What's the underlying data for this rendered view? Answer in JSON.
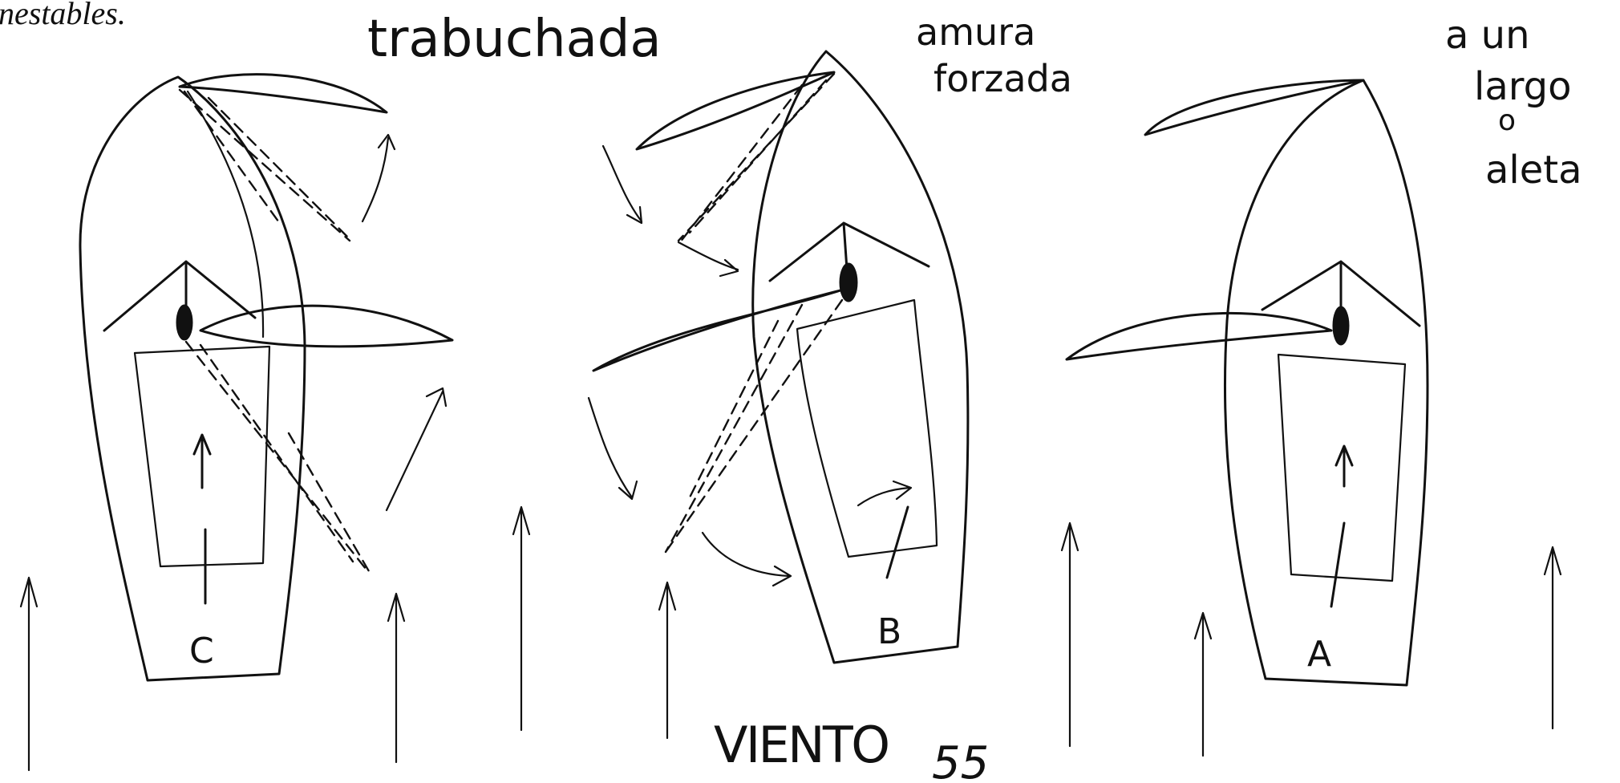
{
  "text": {
    "fragment": "nestables.",
    "label_c_maneuver": "trabuchada",
    "label_b_line1": "amura",
    "label_b_line2": "forzada",
    "label_a_line1": "a un",
    "label_a_line2": "largo",
    "label_a_line3": "o",
    "label_a_line4": "aleta",
    "wind": "VIENTO",
    "page_number": "55"
  },
  "boats": [
    {
      "id": "C",
      "letter": "C"
    },
    {
      "id": "B",
      "letter": "B"
    },
    {
      "id": "A",
      "letter": "A"
    }
  ]
}
